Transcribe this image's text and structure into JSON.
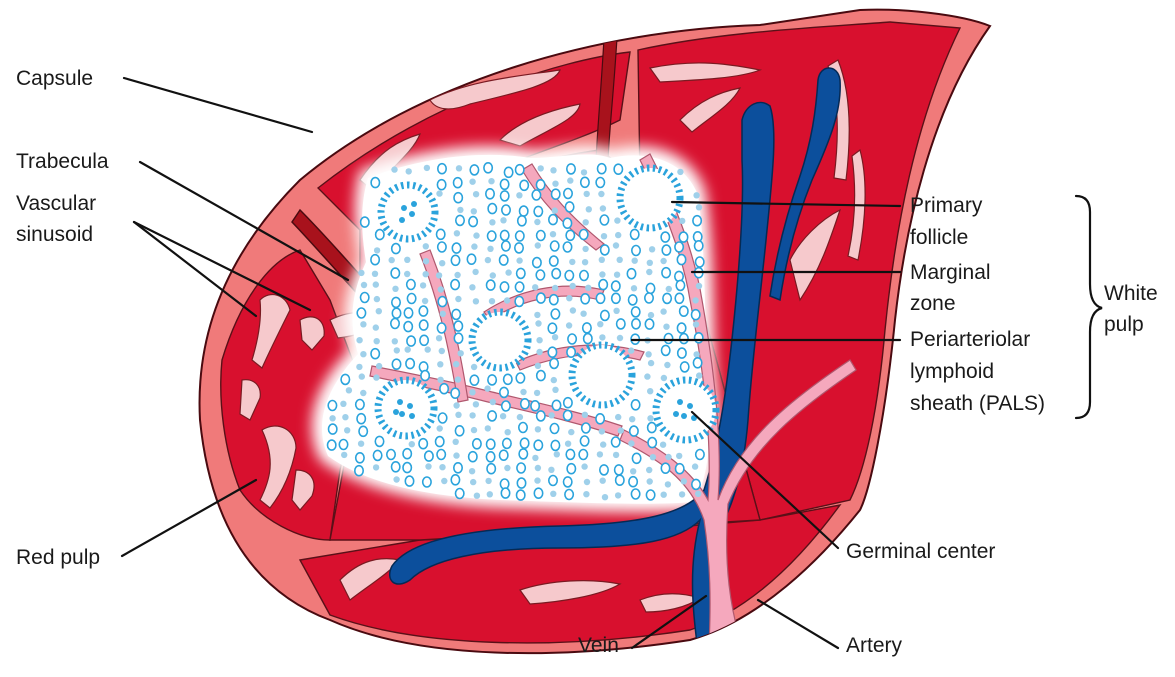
{
  "labels": {
    "capsule": "Capsule",
    "trabecula": "Trabecula",
    "vascular_sinusoid_line1": "Vascular",
    "vascular_sinusoid_line2": "sinusoid",
    "red_pulp": "Red pulp",
    "primary_follicle_line1": "Primary",
    "primary_follicle_line2": "follicle",
    "marginal_zone_line1": "Marginal",
    "marginal_zone_line2": "zone",
    "pals_line1": "Periarteriolar",
    "pals_line2": "lymphoid",
    "pals_line3": "sheath (PALS)",
    "white_pulp_line1": "White",
    "white_pulp_line2": "pulp",
    "germinal_center": "Germinal center",
    "vein": "Vein",
    "artery": "Artery"
  },
  "colors": {
    "capsule": "#f07a7a",
    "red_pulp": "#d8102e",
    "trabecula": "#a8121c",
    "sinusoid": "#f6c9cc",
    "white_pulp": "#ffffff",
    "lymphocyte": "#2aa3dc",
    "pals_dots": "#9fd0ea",
    "vein": "#0c4f9c",
    "artery": "#f5a8bd"
  }
}
